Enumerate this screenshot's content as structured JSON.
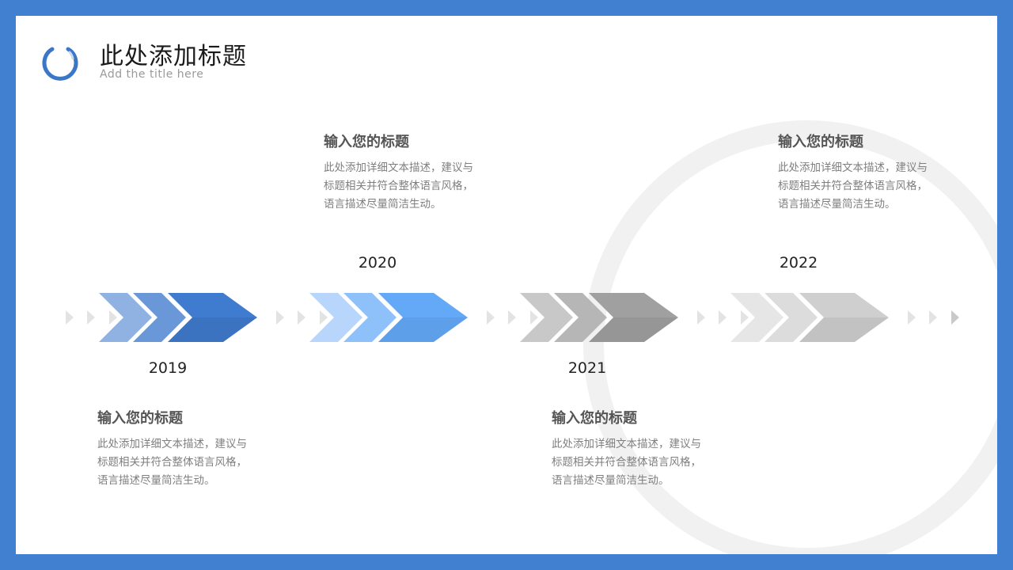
{
  "header": {
    "title": "此处添加标题",
    "subtitle": "Add the title here"
  },
  "timeline": [
    {
      "year": "2019",
      "heading": "输入您的标题",
      "desc": [
        "此处添加详细文本描述，建议与",
        "标题相关并符合整体语言风格，",
        "语言描述尽量简洁生动。"
      ]
    },
    {
      "year": "2020",
      "heading": "输入您的标题",
      "desc": [
        "此处添加详细文本描述，建议与",
        "标题相关并符合整体语言风格，",
        "语言描述尽量简洁生动。"
      ]
    },
    {
      "year": "2021",
      "heading": "输入您的标题",
      "desc": [
        "此处添加详细文本描述，建议与",
        "标题相关并符合整体语言风格，",
        "语言描述尽量简洁生动。"
      ]
    },
    {
      "year": "2022",
      "heading": "输入您的标题",
      "desc": [
        "此处添加详细文本描述，建议与",
        "标题相关并符合整体语言风格，",
        "语言描述尽量简洁生动。"
      ]
    }
  ],
  "colors": {
    "frame": "#417fd0",
    "chevrons_2019": [
      "#8fb2e3",
      "#6a97d8",
      "#3f7bce"
    ],
    "chevrons_2020": [
      "#b8d6fb",
      "#8ec0fa",
      "#64a9f8"
    ],
    "chevrons_2021": [
      "#c8c8c8",
      "#b6b6b6",
      "#a0a0a0"
    ],
    "chevrons_2022": [
      "#e6e6e6",
      "#dcdcdc",
      "#cfcfcf"
    ],
    "small_triangles": "#e3e3e3"
  }
}
